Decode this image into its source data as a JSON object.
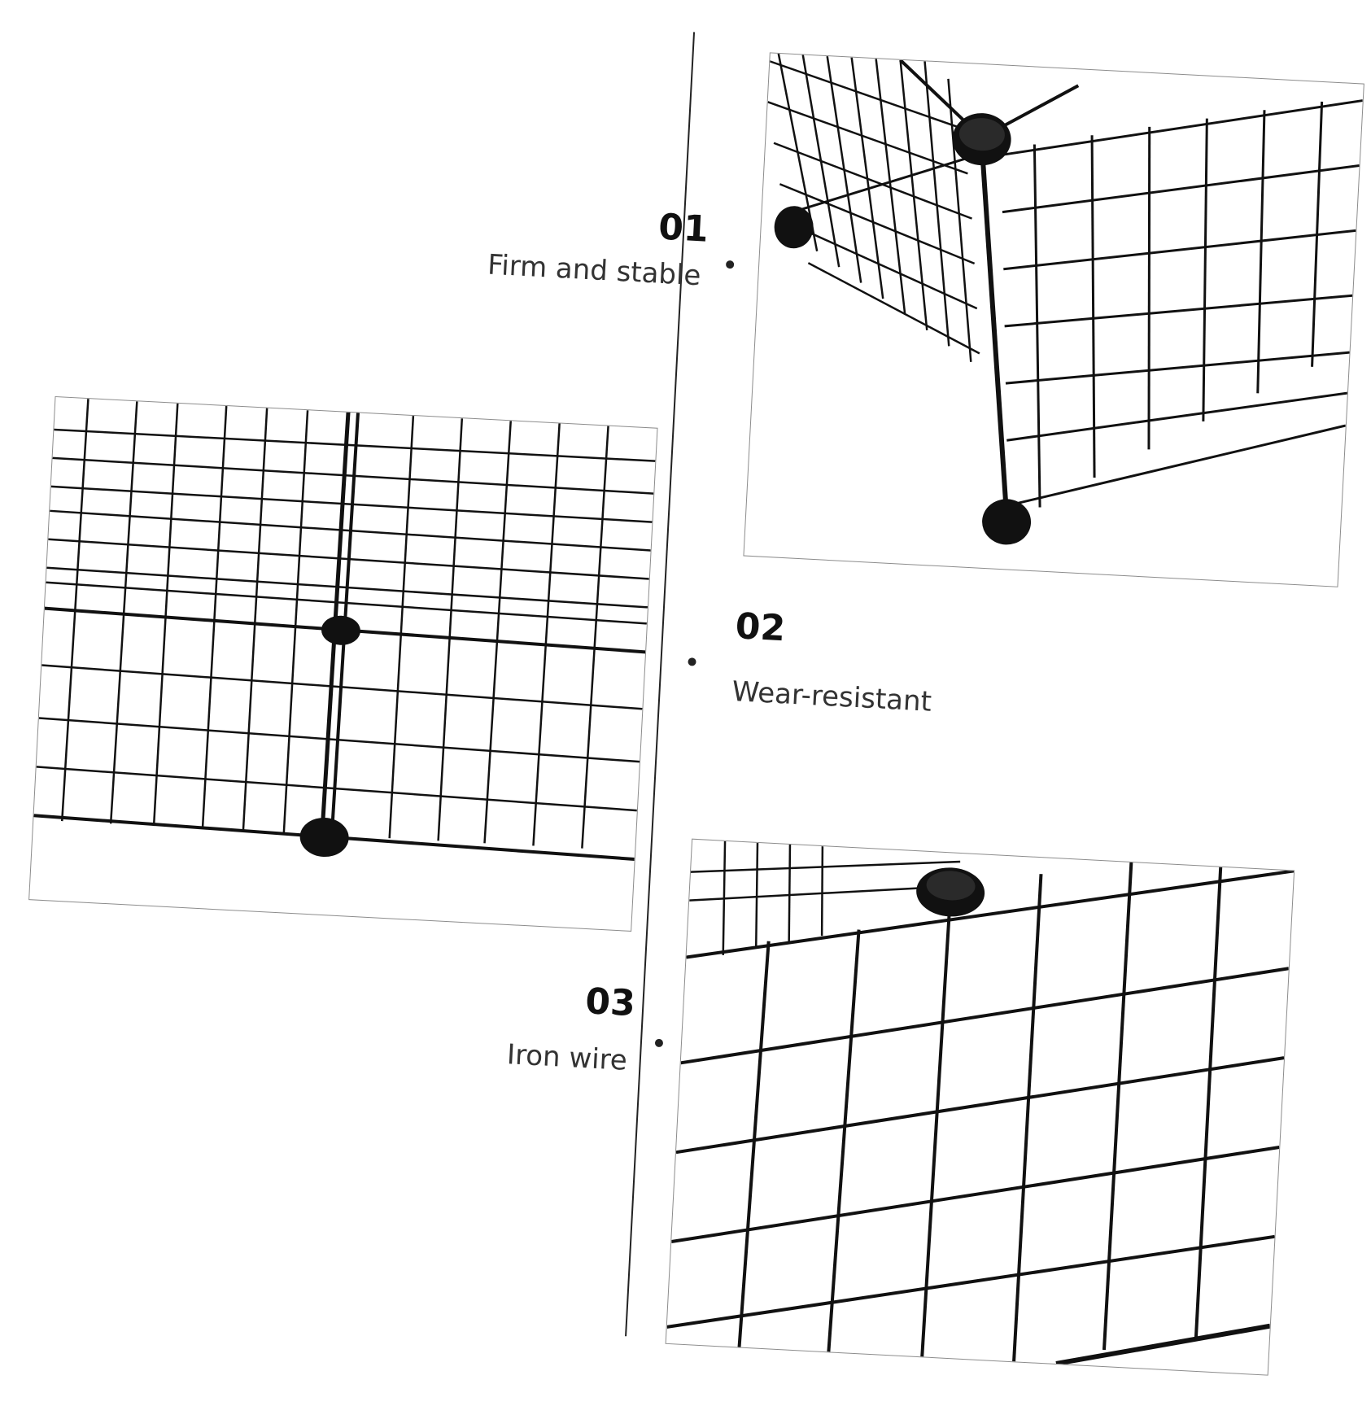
{
  "features": [
    {
      "number": "01",
      "label": "Firm and stable"
    },
    {
      "number": "02",
      "label": "Wear-resistant"
    },
    {
      "number": "03",
      "label": "Iron wire"
    }
  ],
  "panels": [
    {
      "subject": "wire cage corner with connector caps"
    },
    {
      "subject": "wire panels joined at center seam"
    },
    {
      "subject": "close-up of iron wire grid"
    }
  ],
  "icons": [
    "connector-cap-icon",
    "connector-foot-icon"
  ],
  "colors": {
    "wire": "#111111",
    "divider": "#222222",
    "panel_border": "#8c8c8c",
    "background": "#ffffff"
  }
}
